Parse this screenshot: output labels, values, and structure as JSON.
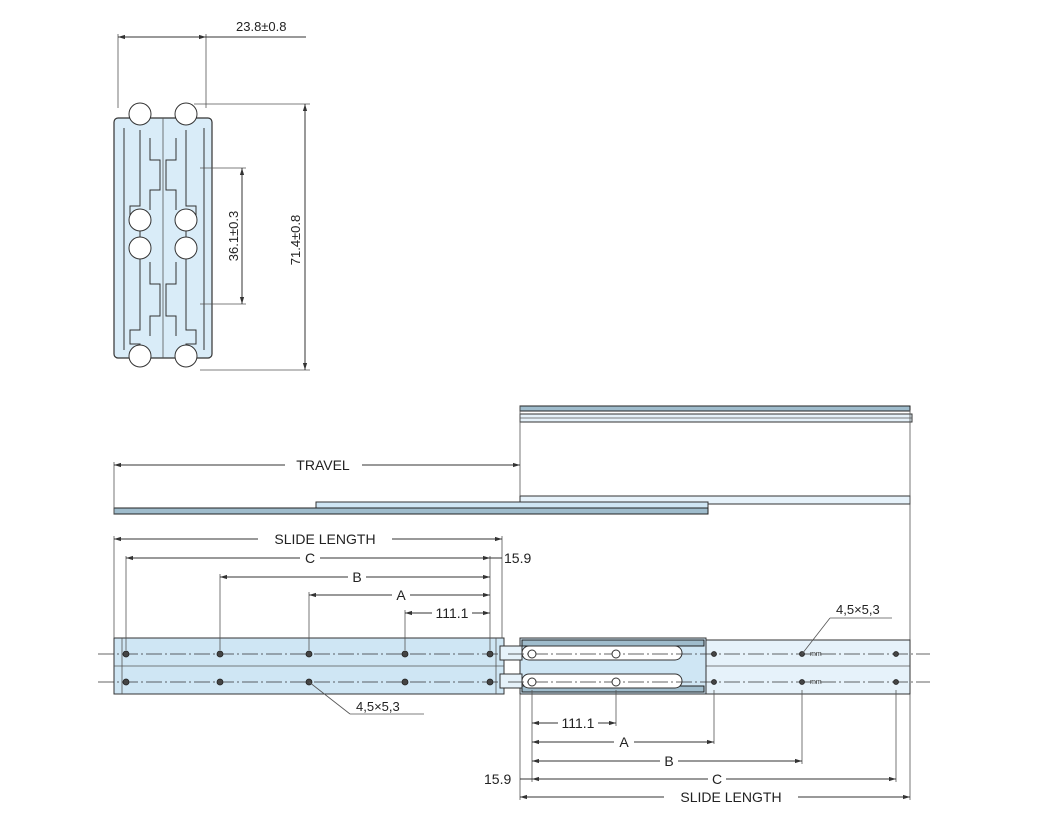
{
  "section_view": {
    "width_dim": "23.8±0.8",
    "height_dim": "71.4±0.8",
    "mount_spacing_dim": "36.1±0.3"
  },
  "top_view": {
    "travel_label": "TRAVEL"
  },
  "left_view": {
    "slide_length_label": "SLIDE LENGTH",
    "c_label": "C",
    "b_label": "B",
    "a_label": "A",
    "first_hole_dim": "111.1",
    "end_offset_dim": "15.9",
    "hole_spec": "4,5×5,3"
  },
  "right_view": {
    "slide_length_label": "SLIDE LENGTH",
    "c_label": "C",
    "b_label": "B",
    "a_label": "A",
    "first_hole_dim": "111.1",
    "end_offset_dim": "15.9",
    "hole_spec": "4,5×5,3"
  },
  "colors": {
    "rail_fill": "#cfe6f4",
    "line": "#333333"
  }
}
